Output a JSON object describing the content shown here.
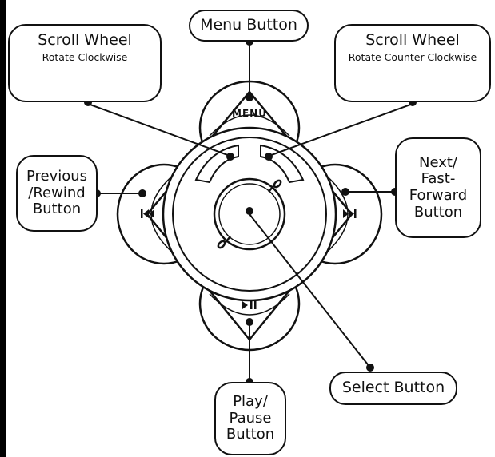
{
  "labels": {
    "scroll_cw": {
      "title": "Scroll Wheel",
      "subtitle": "Rotate Clockwise"
    },
    "menu": "Menu Button",
    "scroll_ccw": {
      "title": "Scroll Wheel",
      "subtitle": "Rotate Counter-Clockwise"
    },
    "previous": [
      "Previous",
      "/Rewind",
      "Button"
    ],
    "next": [
      "Next/",
      "Fast-",
      "Forward",
      "Button"
    ],
    "select": "Select Button",
    "play_pause": [
      "Play/",
      "Pause",
      "Button"
    ]
  },
  "wheel": {
    "menu_text": "MENU",
    "previous_icon": "rewind-icon",
    "next_icon": "fast-forward-icon",
    "play_pause_icon": "play-pause-icon"
  },
  "colors": {
    "line": "#111111",
    "background": "#ffffff"
  }
}
